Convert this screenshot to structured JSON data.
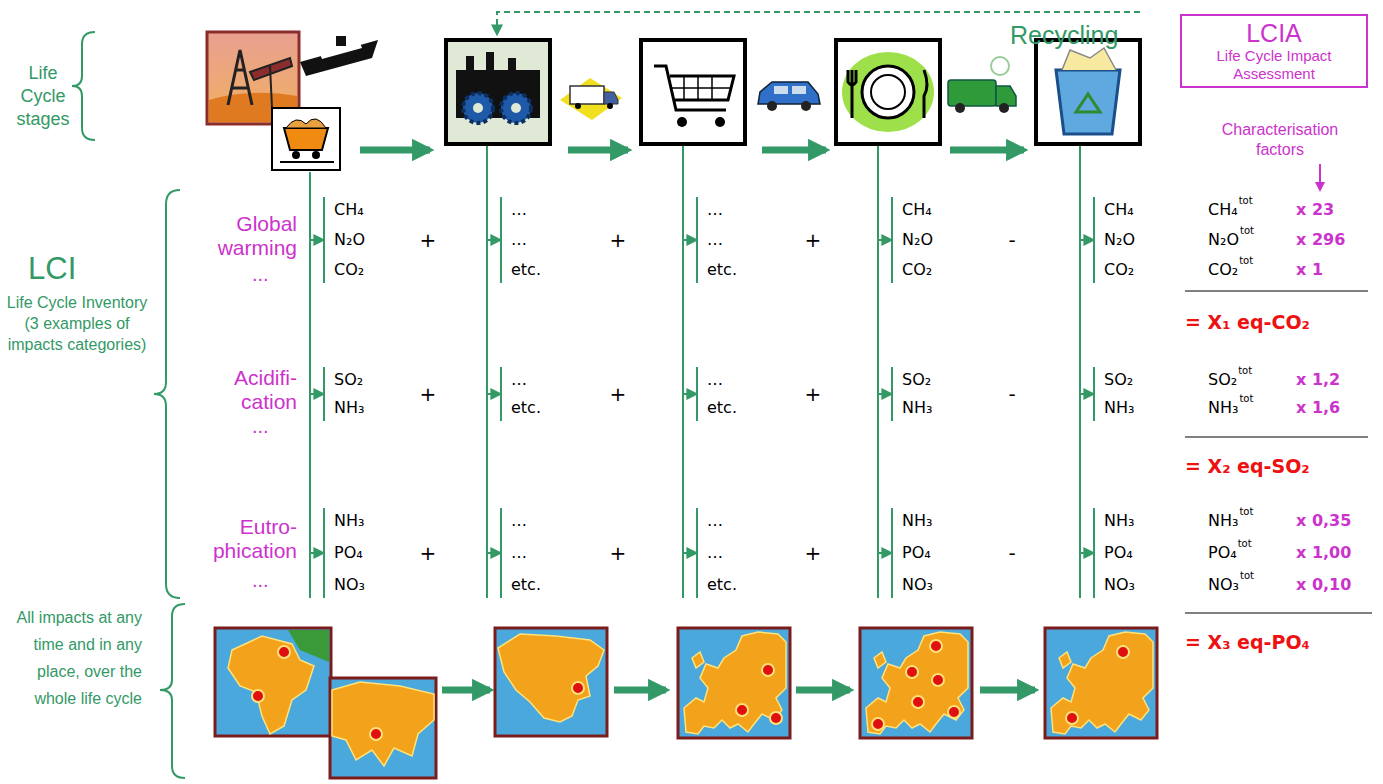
{
  "diagram": {
    "nodes": [
      {
        "text": [
          "LCIA",
          "Life Cycle Impact Assessment"
        ]
      }
    ],
    "labels": [
      "Life Cycle stages",
      "Recycling",
      "Characterisation factors",
      "LCI",
      "Life Cycle Inventory (3 examples of impacts categories)",
      "Global warming",
      "...",
      "Acidifi-cation",
      "...",
      "Eutro-phication",
      "...",
      "All impacts at any time and in any place, over the whole life cycle",
      "CH₄",
      "N₂O",
      "CO₂",
      "…",
      "…",
      "etc.",
      "…",
      "…",
      "etc.",
      "CH₄",
      "N₂O",
      "CO₂",
      "CH₄",
      "N₂O",
      "CO₂",
      "+",
      "+",
      "+",
      "-",
      "CH₄",
      "tot",
      "x 23",
      "N₂O",
      "tot",
      "x 296",
      "CO₂",
      "tot",
      "x 1",
      "= X₁ eq-CO₂",
      "SO₂",
      "NH₃",
      "…",
      "etc.",
      "…",
      "etc.",
      "SO₂",
      "NH₃",
      "SO₂",
      "NH₃",
      "+",
      "+",
      "+",
      "-",
      "SO₂",
      "tot",
      "x 1,2",
      "NH₃",
      "tot",
      "x 1,6",
      "= X₂ eq-SO₂",
      "NH₃",
      "PO₄",
      "NO₃",
      "…",
      "…",
      "etc.",
      "…",
      "…",
      "etc.",
      "NH₃",
      "PO₄",
      "NO₃",
      "NH₃",
      "PO₄",
      "NO₃",
      "+",
      "+",
      "+",
      "-",
      "NH₃",
      "tot",
      "x 0,35",
      "PO₄",
      "tot",
      "x 1,00",
      "NO₃",
      "tot",
      "x 0,10",
      "= X₃ eq-PO₄"
    ]
  }
}
